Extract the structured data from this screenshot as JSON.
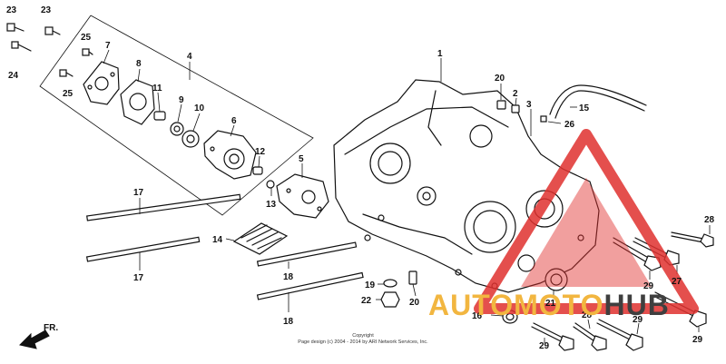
{
  "colors": {
    "watermark_red": "#e0312f",
    "watermark_yellow": "#f2b640",
    "watermark_dark": "#3f3f3f",
    "ink": "#111111"
  },
  "labels": {
    "l1": "1",
    "l2": "2",
    "l3": "3",
    "l4": "4",
    "l5": "5",
    "l6": "6",
    "l7": "7",
    "l8": "8",
    "l9": "9",
    "l10": "10",
    "l11": "11",
    "l12": "12",
    "l13": "13",
    "l14": "14",
    "l15": "15",
    "l16": "16",
    "l17a": "17",
    "l17b": "17",
    "l18a": "18",
    "l18b": "18",
    "l19": "19",
    "l20a": "20",
    "l20b": "20",
    "l21": "21",
    "l22": "22",
    "l23a": "23",
    "l23b": "23",
    "l24": "24",
    "l25a": "25",
    "l25b": "25",
    "l26": "26",
    "l27": "27",
    "l28a": "28",
    "l28b": "28",
    "l29a": "29",
    "l29b": "29",
    "l29c": "29",
    "l29d": "29"
  },
  "front_marker": "FR.",
  "copyright": {
    "line1": "Copyright",
    "line2": "Page design (c) 2004 - 2014 by ARI Network Services, Inc."
  },
  "watermark": {
    "part1": "AUTOMOTO",
    "part2": "HUB",
    "icon": "warning-triangle-icon"
  }
}
